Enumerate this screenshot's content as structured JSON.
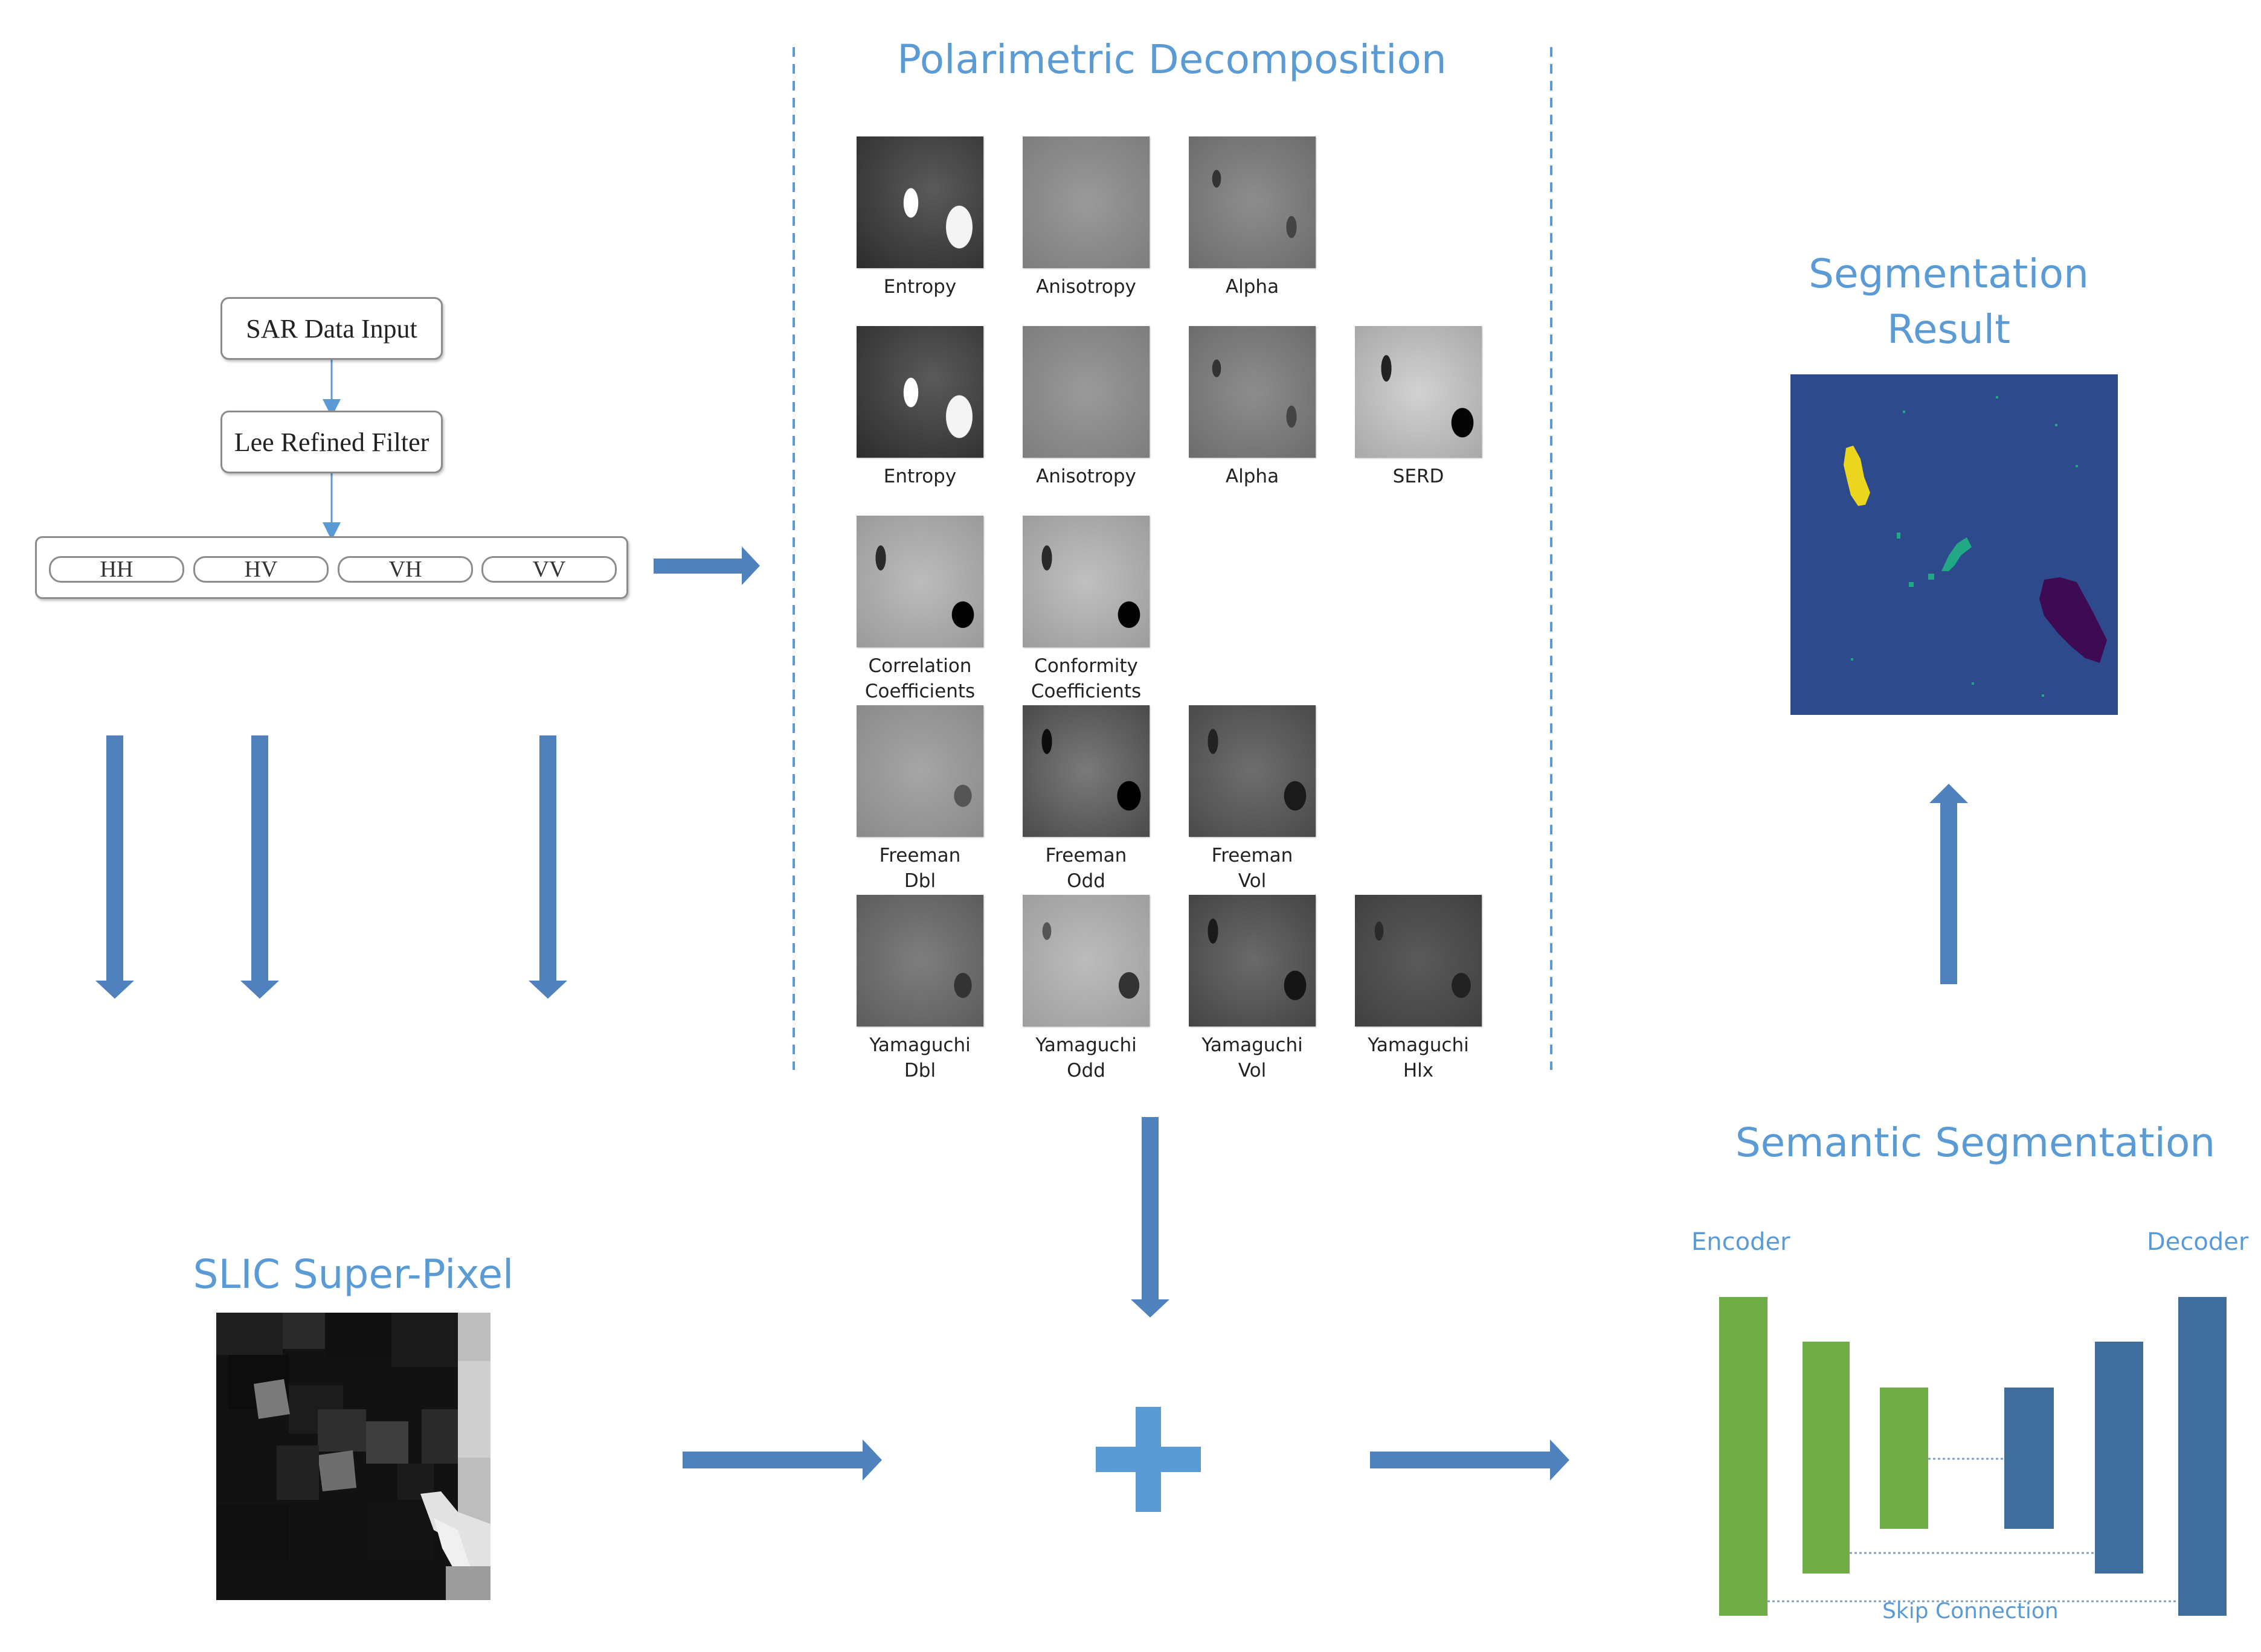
{
  "titles": {
    "polarimetric": "Polarimetric Decomposition",
    "segmentation_result": "Segmentation\nResult",
    "semantic_segmentation": "Semantic Segmentation",
    "slic": "SLIC Super-Pixel"
  },
  "flow": {
    "input": "SAR Data Input",
    "filter": "Lee Refined Filter",
    "channels": [
      "HH",
      "HV",
      "VH",
      "VV"
    ]
  },
  "decomposition": {
    "rows": [
      [
        {
          "label": "Entropy",
          "style": "entropy"
        },
        {
          "label": "Anisotropy",
          "style": "aniso"
        },
        {
          "label": "Alpha",
          "style": "alpha"
        }
      ],
      [
        {
          "label": "Entropy",
          "style": "entropy"
        },
        {
          "label": "Anisotropy",
          "style": "aniso"
        },
        {
          "label": "Alpha",
          "style": "alpha"
        },
        {
          "label": "SERD",
          "style": "serd"
        }
      ],
      [
        {
          "label": "Correlation\nCoefficients",
          "style": "corr"
        },
        {
          "label": "Conformity\nCoefficients",
          "style": "conf"
        }
      ],
      [
        {
          "label": "Freeman\nDbl",
          "style": "fdbl"
        },
        {
          "label": "Freeman\nOdd",
          "style": "fodd"
        },
        {
          "label": "Freeman\nVol",
          "style": "fvol"
        }
      ],
      [
        {
          "label": "Yamaguchi\nDbl",
          "style": "ydbl"
        },
        {
          "label": "Yamaguchi\nOdd",
          "style": "yodd"
        },
        {
          "label": "Yamaguchi\nVol",
          "style": "yvol"
        },
        {
          "label": "Yamaguchi\nHlx",
          "style": "yhlx"
        }
      ]
    ]
  },
  "network": {
    "encoder": "Encoder",
    "decoder": "Decoder",
    "skip": "Skip Connection"
  },
  "colors": {
    "accent": "#5b9bd5",
    "arrow": "#4f81bd",
    "encoder": "#70ad47",
    "decoder": "#3f6d9c",
    "seg_background": "#2d4b8c",
    "seg_yellow": "#ecd51e",
    "seg_green": "#22a884",
    "seg_purple": "#3e0a53"
  }
}
